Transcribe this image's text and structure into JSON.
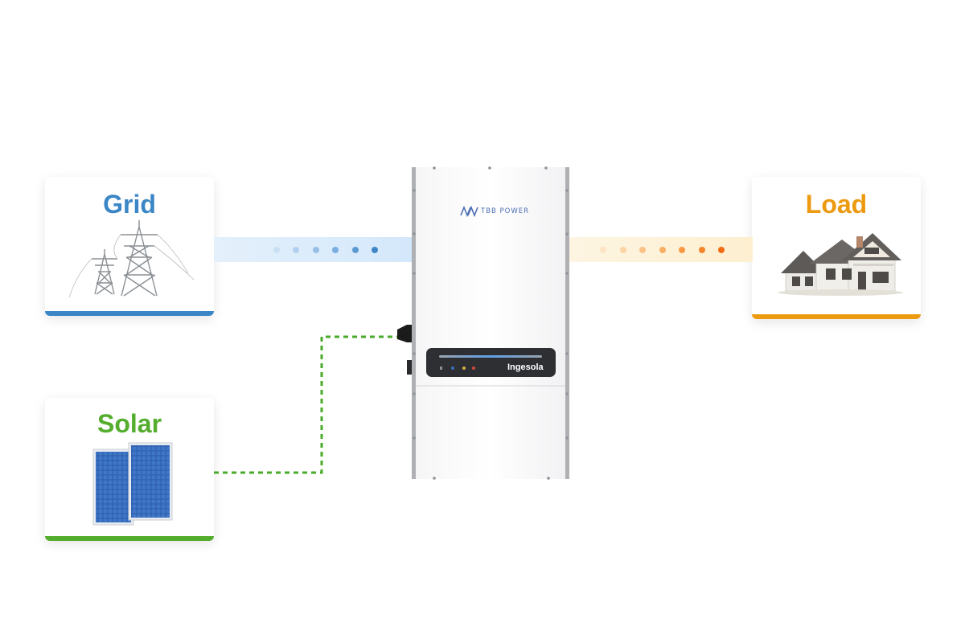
{
  "nodes": {
    "grid": {
      "label": "Grid",
      "color": "#3b86c6",
      "icon": "transmission-tower-icon"
    },
    "solar": {
      "label": "Solar",
      "color": "#55ad2e",
      "icon": "solar-panel-icon"
    },
    "load": {
      "label": "Load",
      "color": "#ec9a10",
      "icon": "house-icon"
    }
  },
  "inverter": {
    "brand": "TBB POWER",
    "model": "Ingesola",
    "icon": "inverter-icon"
  },
  "flows": {
    "grid_dots": [
      "#e2eefa",
      "#c9dff4",
      "#b0d0ef",
      "#96bfe7",
      "#7aafe0",
      "#5c9ad3",
      "#3f86c6"
    ],
    "load_dots": [
      "#fde3c2",
      "#fcd3a4",
      "#fbc285",
      "#f9ae63",
      "#f89942",
      "#f6842a",
      "#f36c12"
    ],
    "solar_line_color": "#4aaa2a"
  }
}
